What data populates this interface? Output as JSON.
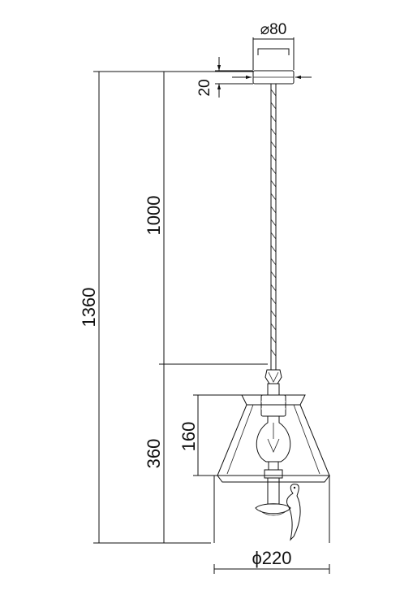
{
  "dimensions": {
    "canopy_diameter": "⌀80",
    "canopy_height": "20",
    "cable_length": "1000",
    "total_height": "1360",
    "lamp_height": "360",
    "shade_height": "160",
    "shade_diameter": "ϕ220"
  },
  "colors": {
    "line": "#111111",
    "background": "#ffffff"
  }
}
